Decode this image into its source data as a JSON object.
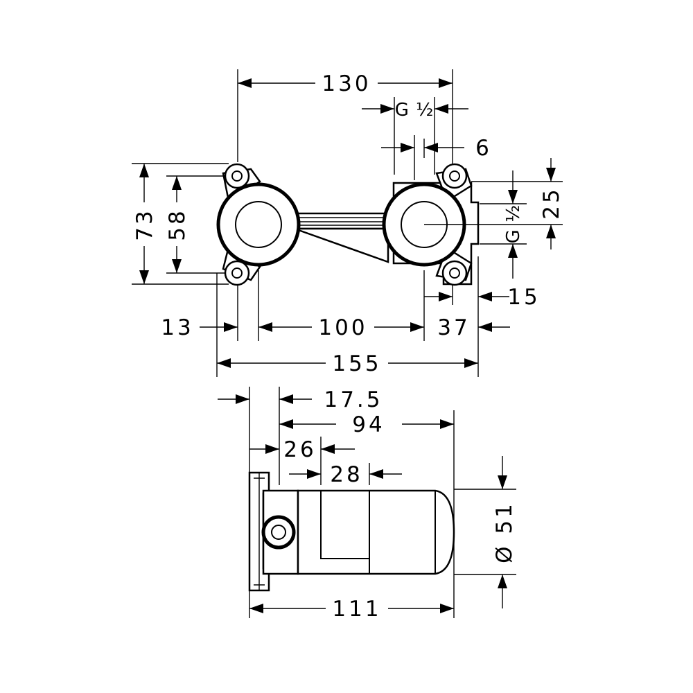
{
  "front_view": {
    "dims": {
      "d130": "130",
      "g_half_top": "G ½",
      "d6": "6",
      "d73": "73",
      "d58": "58",
      "d25": "25",
      "g_half_side": "G ½",
      "d15": "15",
      "d13": "13",
      "d100": "100",
      "d37": "37",
      "d155": "155"
    }
  },
  "side_view": {
    "dims": {
      "d17_5": "17.5",
      "d94": "94",
      "d26": "26",
      "d28": "28",
      "d51": "Ø 51",
      "d111": "111"
    }
  }
}
